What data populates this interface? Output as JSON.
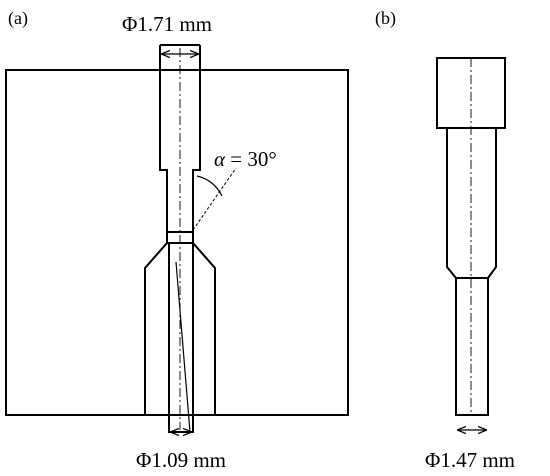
{
  "figure": {
    "panel_a": {
      "label": "(a)",
      "top_diameter": "Φ1.71 mm",
      "bottom_diameter": "Φ1.09 mm",
      "angle_symbol": "α",
      "angle_value": " = 30°"
    },
    "panel_b": {
      "label": "(b)",
      "diameter": "Φ1.47 mm"
    }
  }
}
